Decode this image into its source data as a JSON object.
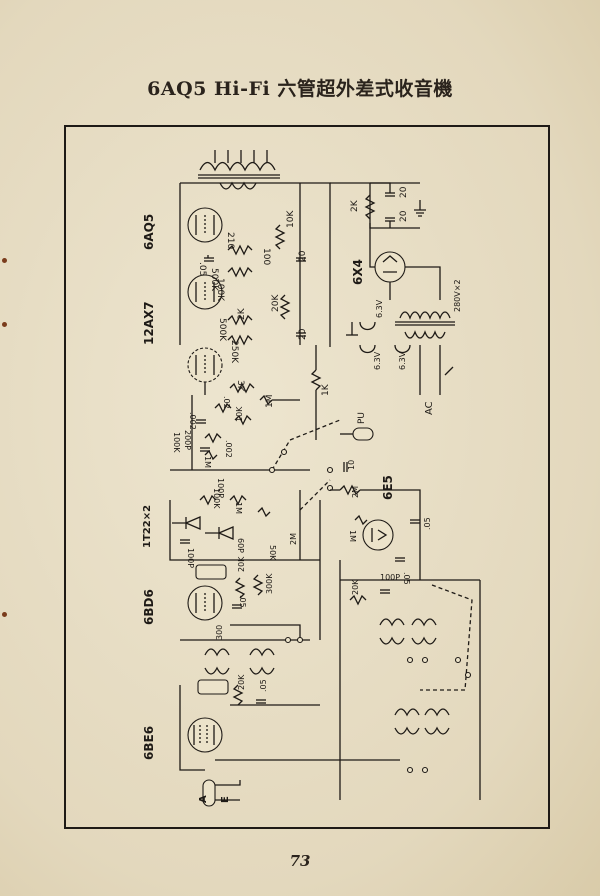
{
  "title": "6AQ5 Hi-Fi 六管超外差式收音機",
  "page_number": "73",
  "tubes": {
    "output": "6AQ5",
    "preamp": "12AX7",
    "detector_diode": "1T22×2",
    "if_amp": "6BD6",
    "converter": "6BE6",
    "rectifier": "6X4",
    "tuning_eye": "6E5"
  },
  "component_labels": {
    "r_2k": "2K",
    "c_20a": "20",
    "c_20b": "20",
    "r_210": "210",
    "r_10k_a": "10K",
    "c_05": ".05",
    "r_500k": "500K",
    "r_100k_a": "100K",
    "r_100": "100",
    "c_20c": "20",
    "r_20k_a": "20K",
    "r_2k_b": "2K",
    "r_500k_b": "500K",
    "c_20d": "20",
    "r_250k": "250K",
    "r_3k": "3K",
    "r_1m_a": "1M",
    "r_1k": "1K",
    "c_002a": ".002",
    "c_02": ".02",
    "c_200p": "200P",
    "r_100k_b": "100K",
    "r_10k_b": "10K",
    "c_002b": ".002",
    "r_1m_b": "1M",
    "c_100p_a": "100P",
    "r_20k_b": "20K",
    "r_300k": "300K",
    "c_05b": ".05",
    "c_300": "300",
    "r_20k_c": "20K",
    "c_05c": ".05",
    "r_100k_c": "100K",
    "r_1m_c": "1M",
    "c_100p_b": "100P",
    "c_60p": "60P",
    "r_50k": "50K",
    "r_2m_a": "2M",
    "r_2m_b": "2M",
    "r_1m_d": "1M",
    "c_05d": ".05",
    "c_05e": ".05",
    "c_10": "10",
    "r_20k_d": "20K",
    "c_100p_c": "100P",
    "pu": "PU",
    "ac": "AC",
    "v63_a": "6.3V",
    "v63_b": "6.3V",
    "v63_c": "6.3V",
    "v280": "280V×2",
    "antenna": "A",
    "earth": "E"
  }
}
